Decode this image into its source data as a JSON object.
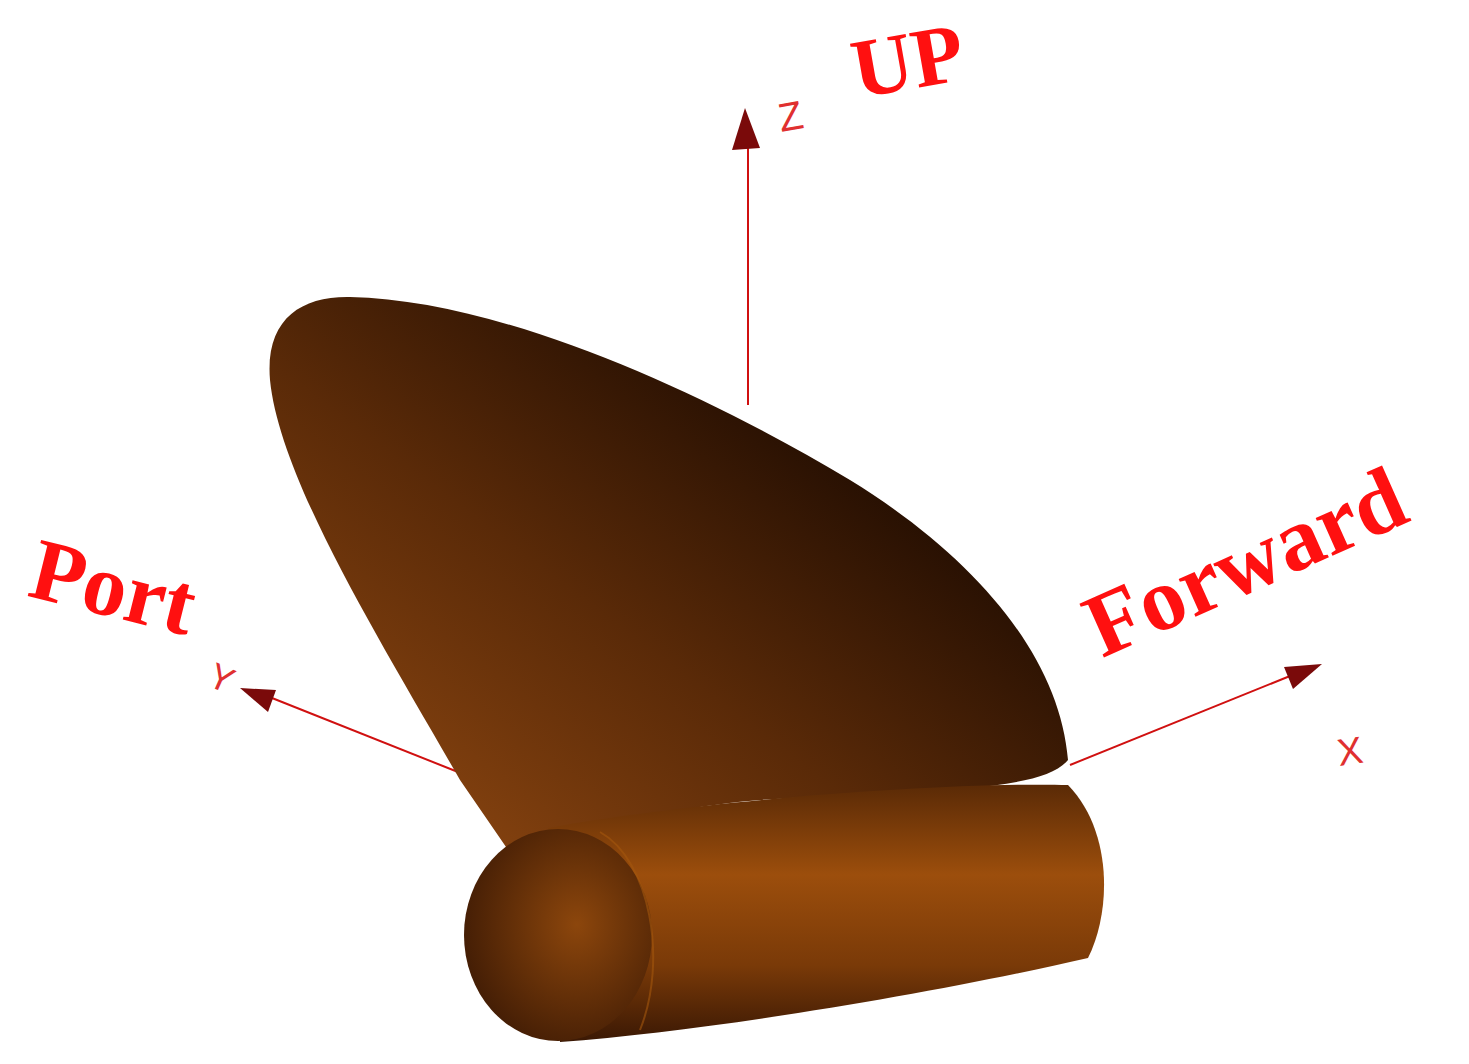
{
  "diagram": {
    "labels": [
      "Z",
      "UP",
      "Port",
      "Y",
      "Forward",
      "X"
    ]
  }
}
